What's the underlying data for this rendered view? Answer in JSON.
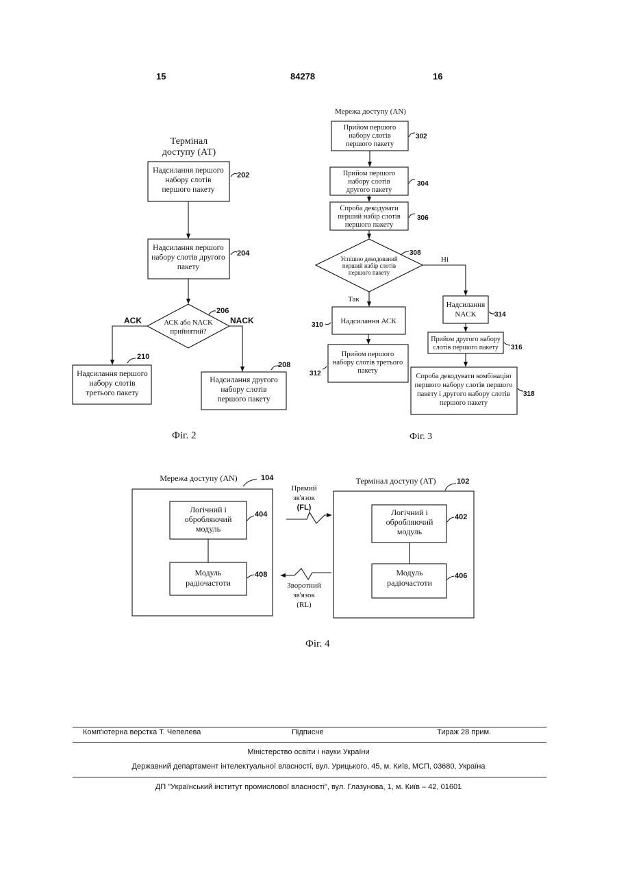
{
  "header": {
    "page_left": "15",
    "patent_no": "84278",
    "page_right": "16"
  },
  "fig2": {
    "caption": "Фіг. 2",
    "title_line1": "Термінал",
    "title_line2": "доступу (АТ)",
    "box202": [
      "Надсилання першого",
      "набору слотів",
      "першого пакету"
    ],
    "ref202": "202",
    "box204": [
      "Надсилання першого",
      "набору слотів другого",
      "пакету"
    ],
    "ref204": "204",
    "diamond206": [
      "АСК або NACK",
      "прийнятий?"
    ],
    "ref206": "206",
    "ack_label": "ACK",
    "nack_label": "NACK",
    "box210": [
      "Надсилання першого",
      "набору слотів",
      "третього пакету"
    ],
    "ref210": "210",
    "box208": [
      "Надсилання другого",
      "набору слотів",
      "першого пакету"
    ],
    "ref208": "208"
  },
  "fig3": {
    "caption": "Фіг. 3",
    "title": "Мережа доступу (AN)",
    "box302": [
      "Прийом першого",
      "набору слотів",
      "першого пакету"
    ],
    "ref302": "302",
    "box304": [
      "Прийом першого",
      "набору слотів",
      "другого пакету"
    ],
    "ref304": "304",
    "box306": [
      "Спроба декодувати",
      "перший набір слотів",
      "першого пакету"
    ],
    "ref306": "306",
    "diamond308": [
      "Успішно декодований",
      "перший набір слотів",
      "першого пакету"
    ],
    "ref308": "308",
    "no_label": "Ні",
    "yes_label": "Так",
    "box310": [
      "Надсилання АСК"
    ],
    "ref310": "310",
    "box312": [
      "Прийом першого",
      "набору слотів третього",
      "пакету"
    ],
    "ref312": "312",
    "box314": [
      "Надсилання",
      "NACK"
    ],
    "ref314": "314",
    "box316": [
      "Прийом другого набору",
      "слотів першого пакету"
    ],
    "ref316": "316",
    "box318": [
      "Спроба декодувати комбінацію",
      "першого набору слотів першого",
      "пакету і другого набору слотів",
      "першого пакету"
    ],
    "ref318": "318"
  },
  "fig4": {
    "caption": "Фіг. 4",
    "an_title": "Мережа доступу (AN)",
    "ref104": "104",
    "at_title": "Термінал доступу (АТ)",
    "ref102": "102",
    "box404": [
      "Логічний і",
      "обробляючий",
      "модуль"
    ],
    "ref404": "404",
    "box408": [
      "Модуль",
      "радіочастоти"
    ],
    "ref408": "408",
    "box402": [
      "Логічний і",
      "обробляючий",
      "модуль"
    ],
    "ref402": "402",
    "box406": [
      "Модуль",
      "радіочастоти"
    ],
    "ref406": "406",
    "fl_label": [
      "Прямий",
      "зв'язок",
      "(FL)"
    ],
    "rl_label": [
      "Зворотний",
      "зв'язок",
      "(RL)"
    ]
  },
  "footer": {
    "typesetting": "Комп'ютерна верстка Т. Чепелева",
    "signed": "Підписне",
    "print_run": "Тираж 28 прим.",
    "ministry": "Міністерство освіти і науки України",
    "department": "Державний департамент інтелектуальної власності, вул. Урицького, 45, м. Київ, МСП, 03680, Україна",
    "institute": "ДП \"Український інститут промислової власності\", вул. Глазунова, 1, м. Київ – 42, 01601"
  }
}
